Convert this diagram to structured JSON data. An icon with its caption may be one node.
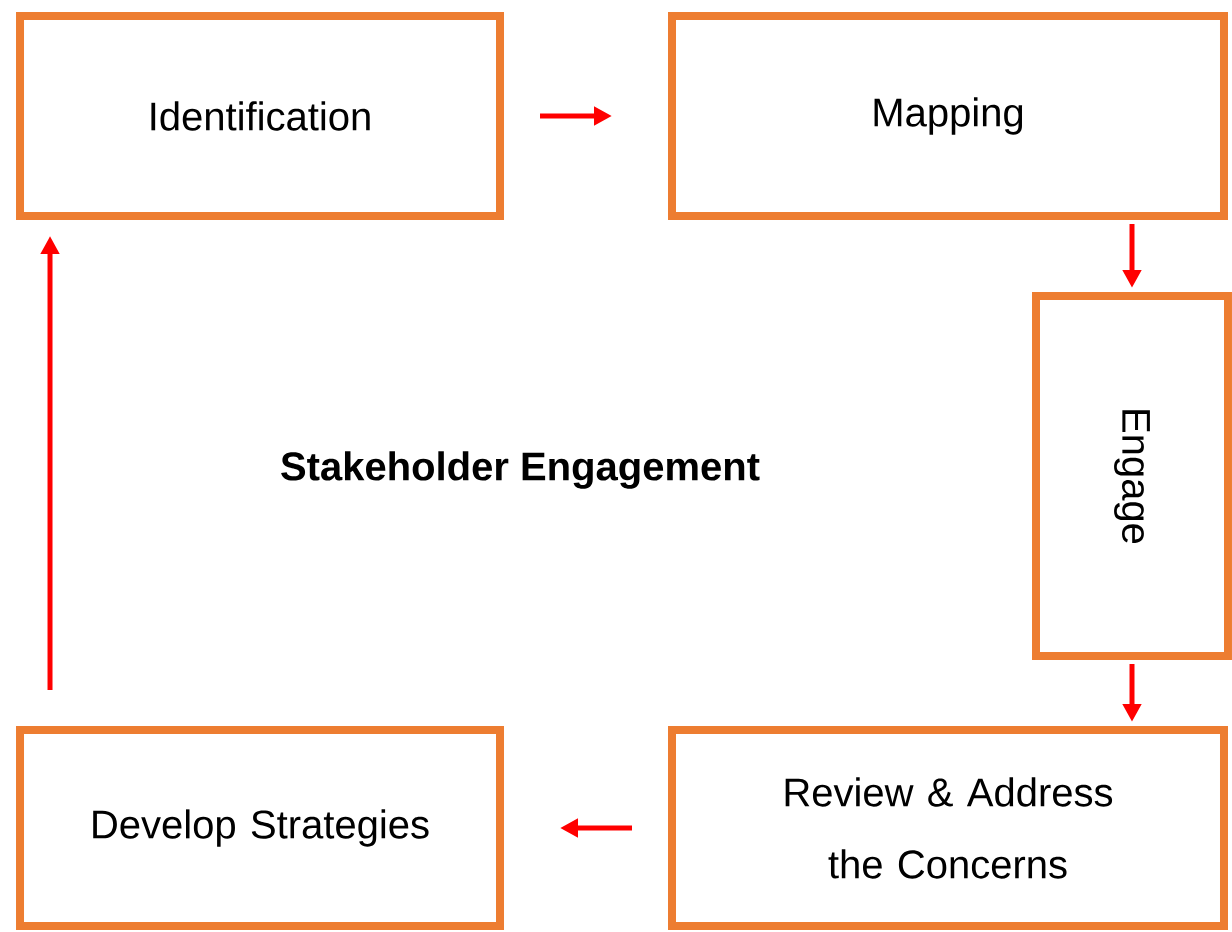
{
  "diagram": {
    "title": "Stakeholder Engagement",
    "nodes": [
      {
        "text": [
          "Identification"
        ]
      },
      {
        "text": [
          "Mapping"
        ]
      },
      {
        "text": [
          "Engage"
        ]
      },
      {
        "text": [
          "Review & Address the Concerns"
        ]
      },
      {
        "text": [
          "Develop Strategies"
        ]
      }
    ],
    "edges": [
      {
        "from": 0,
        "to": 1,
        "arrow": "to"
      },
      {
        "from": 1,
        "to": 2,
        "arrow": "to"
      },
      {
        "from": 2,
        "to": 3,
        "arrow": "to"
      },
      {
        "from": 3,
        "to": 4,
        "arrow": "to"
      },
      {
        "from": 4,
        "to": 0,
        "arrow": "to"
      }
    ]
  }
}
